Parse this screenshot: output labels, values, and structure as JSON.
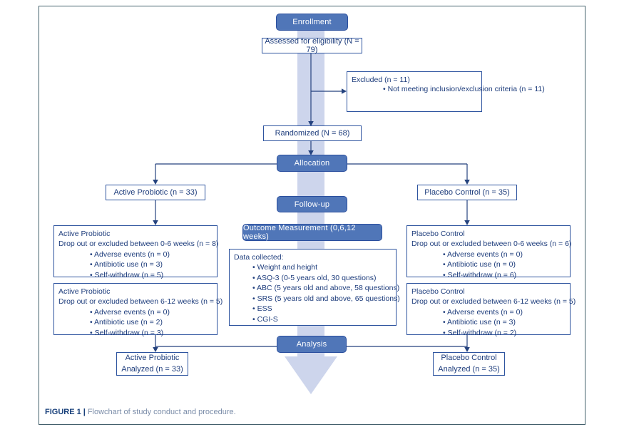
{
  "figure": {
    "caption_label": "FIGURE 1",
    "caption_separator": "|",
    "caption_text": "Flowchart of study conduct and procedure."
  },
  "colors": {
    "stage_pill_fill": "#5076b8",
    "stage_pill_border": "#2b4f9e",
    "outline_border": "#2e549f",
    "text_navy": "#1e3d7c",
    "big_arrow": "#cdd5ec",
    "frame_border": "#44606c"
  },
  "flow": {
    "enrollment": "Enrollment",
    "assessed": "Assessed for eligibility (N = 79)",
    "excluded": {
      "title": "Excluded (n = 11)",
      "items": [
        "Not meeting inclusion/exclusion criteria (n = 11)"
      ]
    },
    "randomized": "Randomized (N = 68)",
    "allocation": "Allocation",
    "followup": "Follow-up",
    "outcome": "Outcome Measurement (0,6,12 weeks)",
    "analysis": "Analysis",
    "data_collected": {
      "title": "Data collected:",
      "items": [
        "Weight and height",
        "ASQ-3 (0-5 years old, 30 questions)",
        "ABC (5 years old and above, 58 questions)",
        "SRS (5 years old and above, 65 questions)",
        "ESS",
        "CGI-S"
      ]
    },
    "left": {
      "arm": "Active Probiotic (n = 33)",
      "dropout1": {
        "title": "Active Probiotic",
        "subtitle": "Drop out or excluded between 0-6 weeks (n = 8)",
        "items": [
          "Adverse events (n = 0)",
          "Antibiotic use (n = 3)",
          "Self-withdraw (n = 5)"
        ]
      },
      "dropout2": {
        "title": "Active Probiotic",
        "subtitle": "Drop out or excluded between 6-12 weeks (n = 5)",
        "items": [
          "Adverse events (n = 0)",
          "Antibiotic use (n = 2)",
          "Self-withdraw (n = 3)"
        ]
      },
      "analyzed_line1": "Active Probiotic",
      "analyzed_line2": "Analyzed (n = 33)"
    },
    "right": {
      "arm": "Placebo Control (n = 35)",
      "dropout1": {
        "title": "Placebo Control",
        "subtitle": "Drop out or excluded between 0-6 weeks (n = 6)",
        "items": [
          "Adverse events (n = 0)",
          "Antibiotic use (n = 0)",
          "Self-withdraw (n = 6)"
        ]
      },
      "dropout2": {
        "title": "Placebo Control",
        "subtitle": "Drop out or excluded between 6-12 weeks (n = 5)",
        "items": [
          "Adverse events (n = 0)",
          "Antibiotic use (n = 3)",
          "Self-withdraw (n = 2)"
        ]
      },
      "analyzed_line1": "Placebo Control",
      "analyzed_line2": "Analyzed (n = 35)"
    }
  }
}
